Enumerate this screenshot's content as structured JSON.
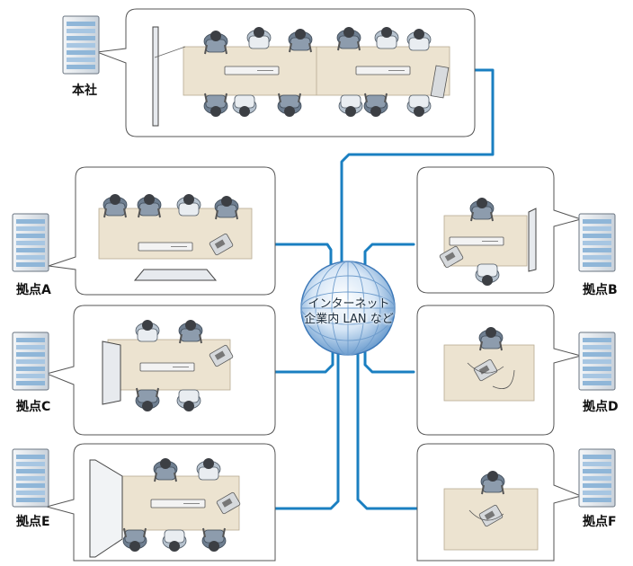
{
  "network": {
    "line1": "インターネット",
    "line2": "企業内 LAN など"
  },
  "sites": {
    "hq": "本社",
    "a": "拠点A",
    "b": "拠点B",
    "c": "拠点C",
    "d": "拠点D",
    "e": "拠点E",
    "f": "拠点F"
  },
  "colors": {
    "link": "#1a7fc1",
    "table": "#ece3d0",
    "panel_border": "#555555"
  }
}
